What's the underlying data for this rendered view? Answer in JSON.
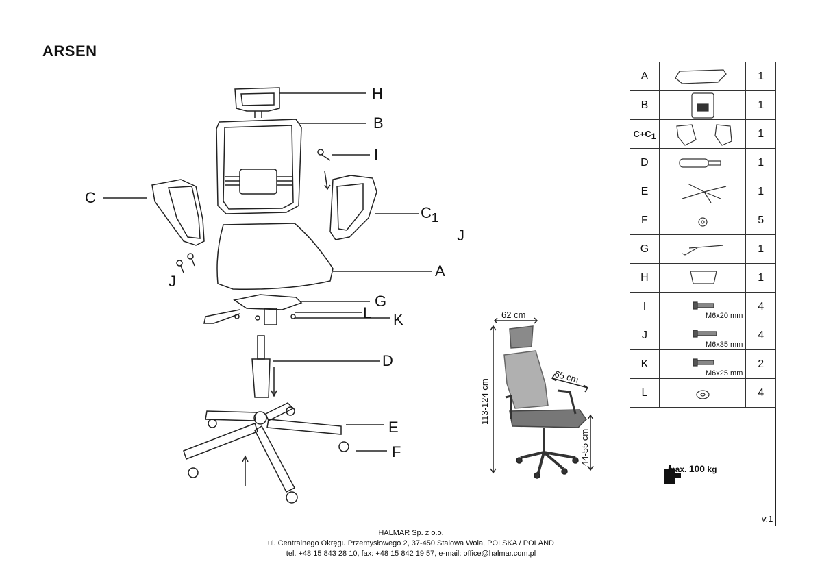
{
  "title": "ARSEN",
  "callouts": {
    "H": "H",
    "B": "B",
    "I": "I",
    "C": "C",
    "C1": "C",
    "C1_sub": "1",
    "J_right": "J",
    "J_left": "J",
    "A": "A",
    "G": "G",
    "L": "L",
    "K": "K",
    "D": "D",
    "E": "E",
    "F": "F"
  },
  "dimensions": {
    "width": "62 cm",
    "depth": "65 cm",
    "height": "113-124 cm",
    "seat_height": "44-55 cm"
  },
  "parts": [
    {
      "code": "A",
      "qty": "1",
      "icon": "seat-cushion-icon"
    },
    {
      "code": "B",
      "qty": "1",
      "icon": "backrest-icon"
    },
    {
      "code": "C+C",
      "code_sub": "1",
      "qty": "1",
      "icon": "armrests-icon"
    },
    {
      "code": "D",
      "qty": "1",
      "icon": "gas-lift-icon"
    },
    {
      "code": "E",
      "qty": "1",
      "icon": "star-base-icon"
    },
    {
      "code": "F",
      "qty": "5",
      "icon": "caster-icon"
    },
    {
      "code": "G",
      "qty": "1",
      "icon": "mechanism-icon"
    },
    {
      "code": "H",
      "qty": "1",
      "icon": "headrest-icon"
    },
    {
      "code": "I",
      "qty": "4",
      "icon": "screw-icon",
      "label": "M6x20 mm"
    },
    {
      "code": "J",
      "qty": "4",
      "icon": "screw-icon",
      "label": "M6x35 mm"
    },
    {
      "code": "K",
      "qty": "2",
      "icon": "screw-icon",
      "label": "M6x25 mm"
    },
    {
      "code": "L",
      "qty": "4",
      "icon": "washer-icon"
    }
  ],
  "max_load": {
    "prefix": "max.",
    "value": "100",
    "unit": "kg"
  },
  "version": "v.1",
  "footer": {
    "line1": "HALMAR Sp. z o.o.",
    "line2": "ul. Centralnego Okręgu Przemysłowego 2, 37-450 Stalowa Wola, POLSKA / POLAND",
    "line3": "tel. +48 15 843 28 10, fax: +48 15 842 19 57, e-mail: office@halmar.com.pl"
  }
}
